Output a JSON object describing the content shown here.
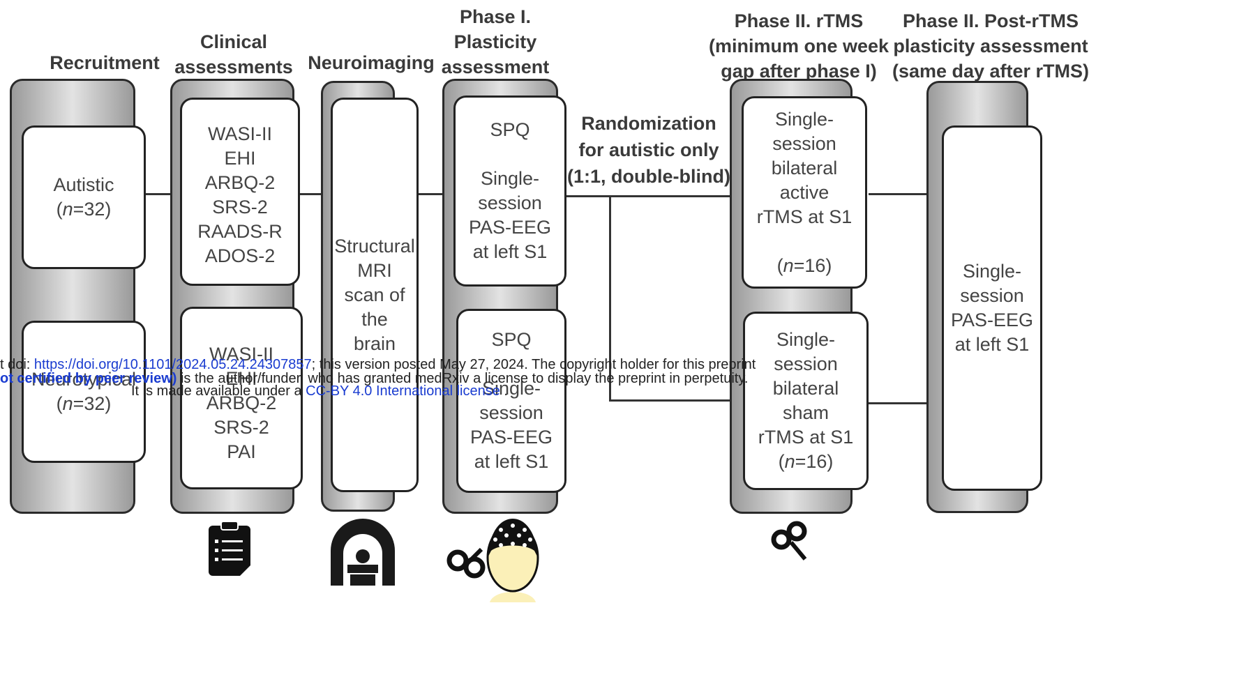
{
  "headers": {
    "recruitment": "Recruitment",
    "clinical": "Clinical\nassessments",
    "neuroimaging": "Neuroimaging",
    "phase1": "Phase I.\nPlasticity\nassessment",
    "phase2": "Phase II. rTMS\n(minimum one week\ngap after phase I)",
    "phase2post": "Phase II. Post-rTMS\nplasticity assessment\n(same day after rTMS)"
  },
  "boxes": {
    "autistic_label": "Autistic",
    "autistic_n": "32",
    "neurotypical_label": "Neurotypical",
    "neurotypical_n": "32",
    "clinical_autistic": "WASI-II\nEHI\nARBQ-2\nSRS-2\nRAADS-R\nADOS-2",
    "clinical_neurotypical": "WASI-II\nEHI\nARBQ-2\nSRS-2\nPAI",
    "mri": "Structural\nMRI\nscan of\nthe\nbrain",
    "phase1_autistic": "SPQ\n\nSingle-\nsession\nPAS-EEG\nat left S1",
    "phase1_neurotypical": "SPQ\n\nSingle-\nsession\nPAS-EEG\nat left S1",
    "rtms_active": "Single-\nsession\nbilateral\nactive\nrTMS at S1",
    "rtms_active_n": "16",
    "rtms_sham": "Single-\nsession\nbilateral\nsham\nrTMS at S1",
    "rtms_sham_n": "16",
    "post": "Single-\nsession\nPAS-EEG\nat left S1"
  },
  "randomization": {
    "line1": "Randomization",
    "line2_pre": "for ",
    "line2_bold": "autistic",
    "line2_post": " only",
    "line3": "(1:1, double-blind)"
  },
  "notice": {
    "line1_pre": "t doi: ",
    "doi": "https://doi.org/10.1101/2024.05.24.24307857",
    "line1_post": "; this version posted May 27, 2024. The copyright holder for this preprint",
    "line2_bold": "ot certified by peer review)",
    "line2_post": " is the author/funder, who has granted medRxiv a license to display the preprint in perpetuity.",
    "line3_pre": "It is made available under a ",
    "license": "CC-BY 4.0 International license",
    "line3_post": " ."
  },
  "icons": [
    "clipboard-icon",
    "mri-scanner-icon",
    "tms-coil-icon",
    "eeg-cap-icon",
    "tms-coil-icon"
  ],
  "colors": {
    "column_dark": "#9a9a9a",
    "column_light": "#e3e3e3",
    "link": "#1a3cd0",
    "face": "#fbf0b8"
  }
}
